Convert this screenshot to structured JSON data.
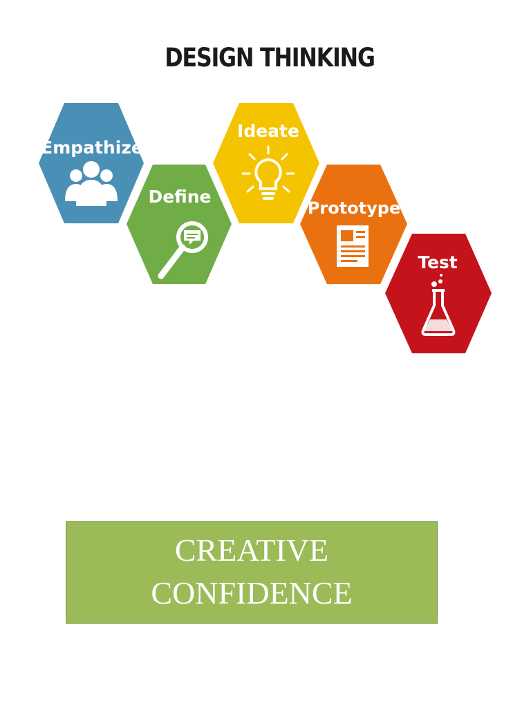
{
  "title": "DESIGN THINKING",
  "stages": [
    {
      "label": "Empathize",
      "color": "#4a8fb5",
      "icon": "people-icon"
    },
    {
      "label": "Define",
      "color": "#71ad47",
      "icon": "magnifier-speech-icon"
    },
    {
      "label": "Ideate",
      "color": "#f5c400",
      "icon": "lightbulb-icon"
    },
    {
      "label": "Prototype",
      "color": "#e9710f",
      "icon": "document-icon"
    },
    {
      "label": "Test",
      "color": "#c4131b",
      "icon": "flask-icon"
    }
  ],
  "banner": {
    "line1": "CREATIVE",
    "line2": "CONFIDENCE",
    "color": "#9bbb59"
  }
}
